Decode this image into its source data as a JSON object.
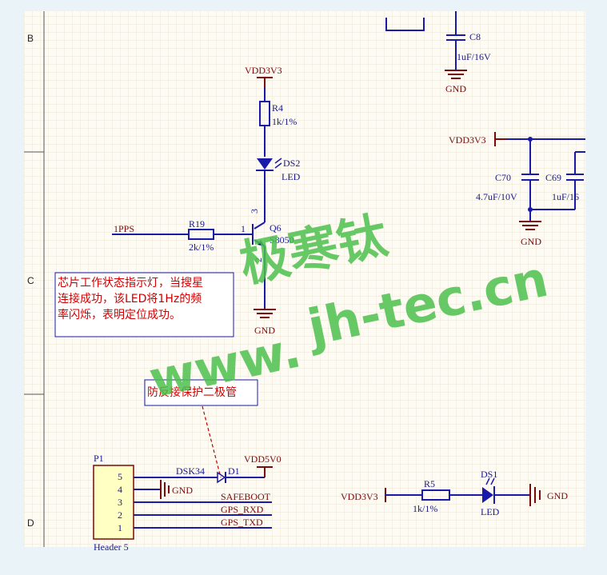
{
  "zones": [
    "B",
    "C",
    "D"
  ],
  "components": {
    "c8": {
      "ref": "C8",
      "value": "1uF/16V"
    },
    "r4": {
      "ref": "R4",
      "value": "1k/1%"
    },
    "ds2": {
      "ref": "DS2",
      "value": "LED"
    },
    "r19": {
      "ref": "R19",
      "value": "2k/1%"
    },
    "q6": {
      "ref": "Q6",
      "value": "S8050",
      "pin1": "1",
      "pin2": "2",
      "pin3": "3"
    },
    "c70": {
      "ref": "C70",
      "value": "4.7uF/10V"
    },
    "c69": {
      "ref": "C69",
      "value": "1uF/16"
    },
    "p1": {
      "ref": "P1",
      "value": "Header 5",
      "pins": [
        "5",
        "4",
        "3",
        "2",
        "1"
      ]
    },
    "d1": {
      "ref": "D1",
      "value": "DSK34"
    },
    "r5": {
      "ref": "R5",
      "value": "1k/1%"
    },
    "ds1": {
      "ref": "DS1",
      "value": "LED"
    }
  },
  "nets": {
    "vdd3v3_top": "VDD3V3",
    "vdd3v3_mid": "VDD3V3",
    "vdd3v3_bottom": "VDD3V3",
    "vdd5v0": "VDD5V0",
    "onepps": "1PPS",
    "gnd_c8": "GND",
    "gnd_q6": "GND",
    "gnd_c70": "GND",
    "gnd_p1": "GND",
    "gnd_ds1": "GND",
    "safeboot": "SAFEBOOT",
    "gps_rxd": "GPS_RXD",
    "gps_txd": "GPS_TXD"
  },
  "notes": {
    "status_led": [
      "芯片工作状态指示灯，当搜星",
      "连接成功，该LED将1Hz的频",
      "率闪烁，表明定位成功。"
    ],
    "reverse_protect": "防反接保护二极管"
  },
  "watermark": {
    "line1": "极寒钛",
    "line2": "jh-tec.cn",
    "line3": "www."
  },
  "colors": {
    "wire": "#1a1aa8",
    "net": "#7a0b0b",
    "note": "#d00000",
    "watermark": "#4cbf4c"
  }
}
